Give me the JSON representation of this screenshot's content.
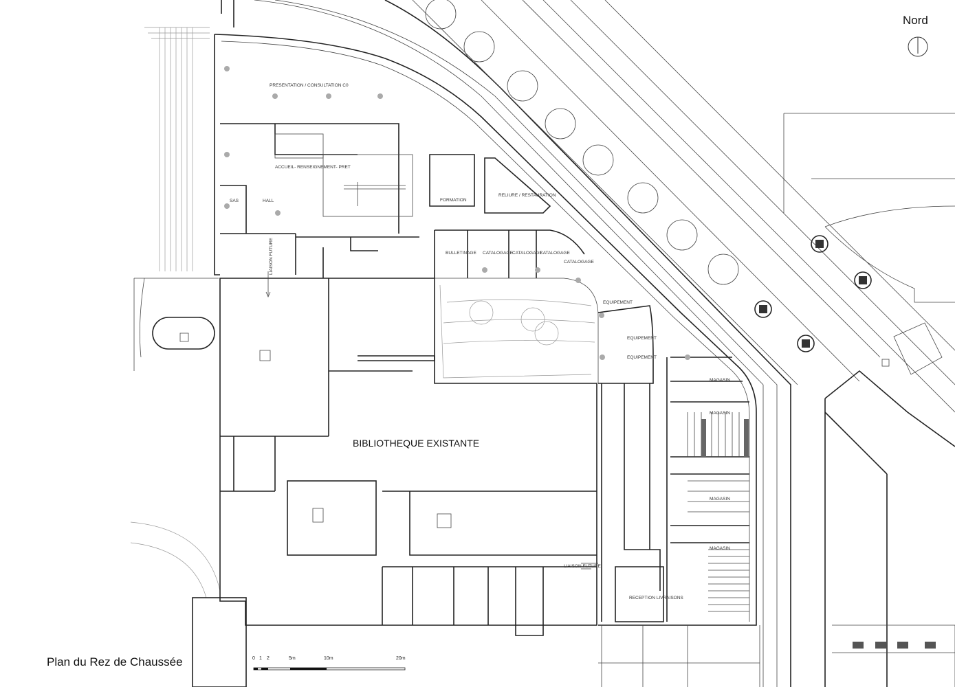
{
  "title": "Plan du Rez de Chaussée",
  "north_label": "Nord",
  "existing_building": "BIBLIOTHEQUE EXISTANTE",
  "rooms": {
    "presentation": "PRESENTATION / CONSULTATION C0",
    "accueil": "ACCUEIL- RENSEIGNEMENT- PRET",
    "sas": "SAS",
    "hall": "HALL",
    "formation": "FORMATION",
    "reliure": "RELIURE / RESTAURATION",
    "bulletinage": "BULLETINAGE",
    "catalogage": [
      "CATALOGAGE",
      "CATALOGAGE",
      "CATALOGAGE",
      "CATALOGAGE"
    ],
    "equipement": [
      "EQUIPEMENT",
      "EQUIPEMENT",
      "EQUIPEMENT"
    ],
    "magasin": [
      "MAGASIN",
      "MAGASIN",
      "MAGASIN",
      "MAGASIN"
    ],
    "reception": "RECEPTION LIVRAISONS",
    "liaison_vertical": "LIAISON FUTURE",
    "liaison_horizontal": "LIAISON FUTURE"
  },
  "scale_bar": {
    "labels": [
      "0",
      "1",
      "2",
      "5m",
      "10m",
      "20m"
    ]
  }
}
